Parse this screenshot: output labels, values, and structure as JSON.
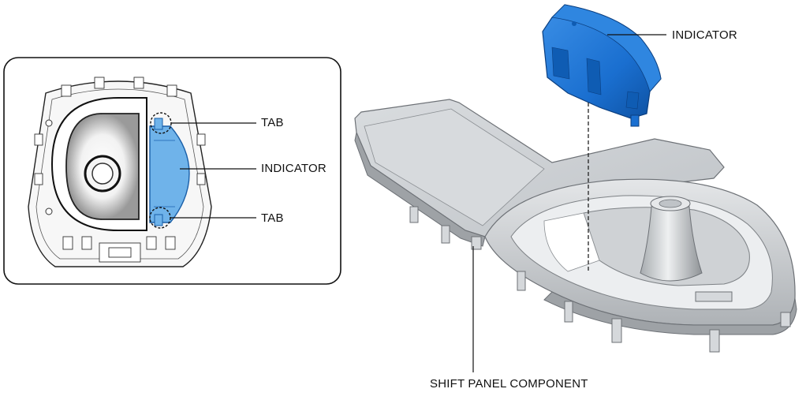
{
  "detail_view": {
    "label_tab_top": "TAB",
    "label_indicator": "INDICATOR",
    "label_tab_bottom": "TAB"
  },
  "main_view": {
    "label_indicator": "INDICATOR",
    "label_shift_panel": "SHIFT PANEL COMPONENT"
  },
  "colors": {
    "indicator_blue": "#1a6fd0",
    "indicator_highlight": "#6fb3ea",
    "panel_gray": "#c9cdd1",
    "line": "#222222"
  }
}
